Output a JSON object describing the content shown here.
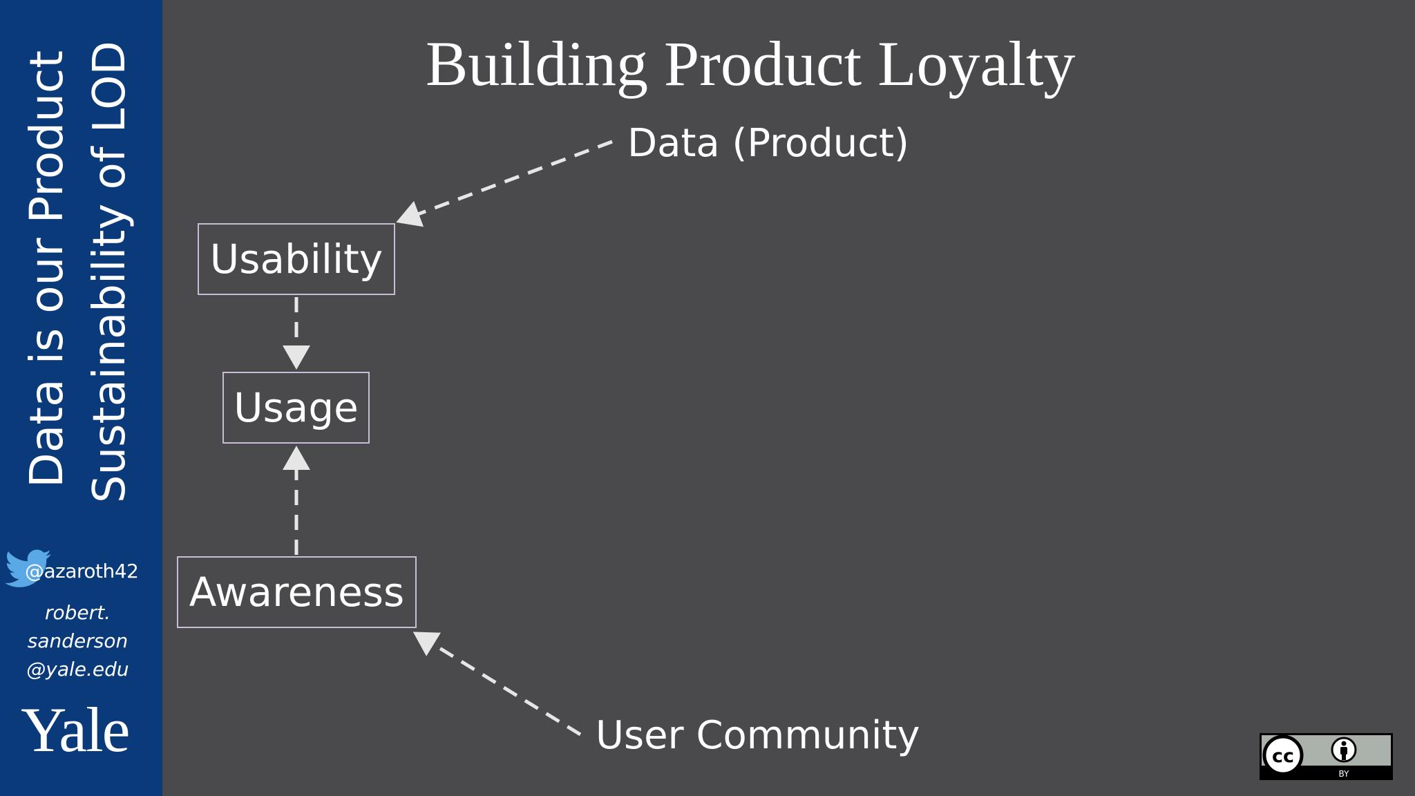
{
  "sidebar": {
    "title_line1": "Data is our Product",
    "title_line2": "Sustainability of LOD",
    "twitter_handle": "@azaroth42",
    "email_lines": [
      "robert.",
      "sanderson",
      "@yale.edu"
    ],
    "logo_text": "Yale",
    "background_color": "#0b3a7a"
  },
  "slide": {
    "title": "Building Product Loyalty",
    "background_color": "#4a494c"
  },
  "diagram": {
    "nodes": {
      "usability": "Usability",
      "usage": "Usage",
      "awareness": "Awareness"
    },
    "labels": {
      "data": "Data (Product)",
      "community": "User Community"
    },
    "edges": [
      {
        "from": "Data (Product)",
        "to": "Usability",
        "style": "dashed"
      },
      {
        "from": "Usability",
        "to": "Usage",
        "style": "dashed"
      },
      {
        "from": "Awareness",
        "to": "Usage",
        "style": "dashed"
      },
      {
        "from": "User Community",
        "to": "Awareness",
        "style": "dashed"
      }
    ],
    "box_border_color": "#c8bcd6",
    "arrow_color": "#e6e6e6"
  },
  "license": {
    "badge_text": "BY"
  }
}
